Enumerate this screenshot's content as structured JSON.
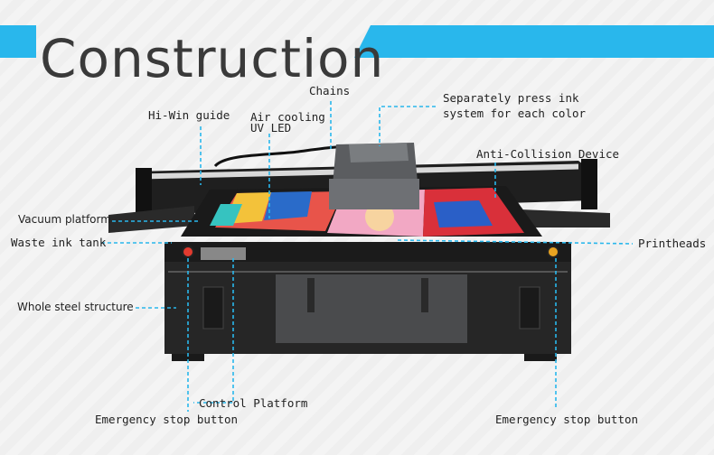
{
  "title": "Construction",
  "labels": {
    "chains": "Chains",
    "separately_press_line1": "Separately press ink",
    "separately_press_line2": "system for each color",
    "hiwin_guide": "Hi-Win guide",
    "air_cooling_line1": "Air cooling",
    "air_cooling_line2": "UV LED",
    "anti_collision": "Anti-Collision Device",
    "vacuum_platform": "Vacuum platform",
    "waste_ink_tank": "Waste ink tank",
    "printheads": "Printheads",
    "whole_steel": "Whole steel structure",
    "control_platform": "Control Platform",
    "emergency_stop_left": "Emergency stop button",
    "emergency_stop_right": "Emergency stop button"
  },
  "colors": {
    "accent": "#29b7ec",
    "machine_body": "#2b2b2b",
    "leader_line": "#29b7ec"
  }
}
